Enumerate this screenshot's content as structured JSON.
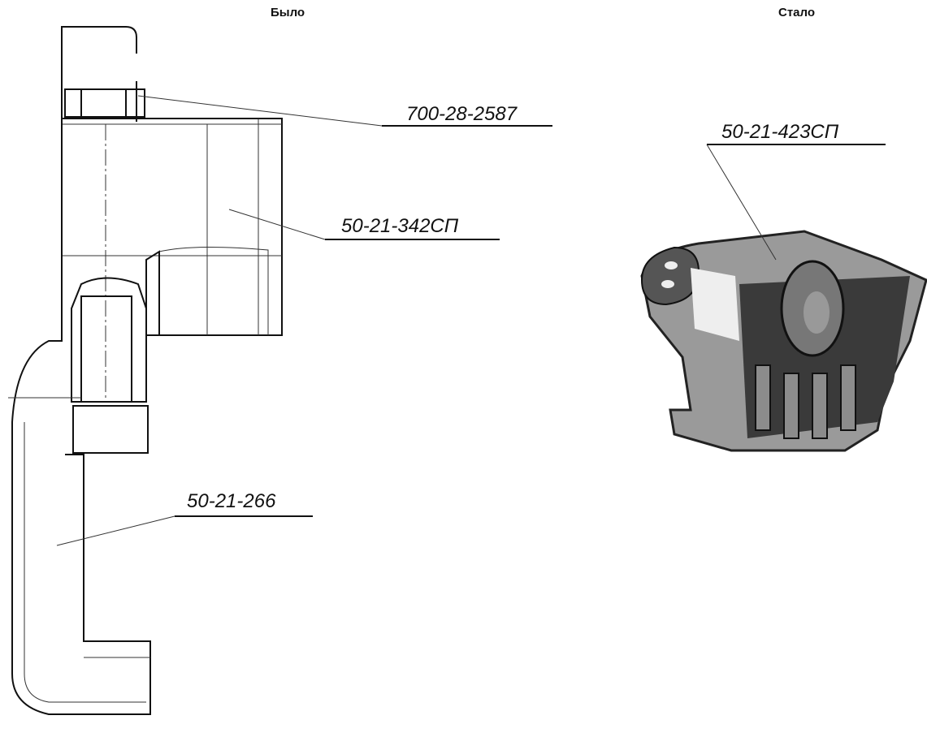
{
  "headers": {
    "before": "Было",
    "after": "Стало"
  },
  "labels": {
    "bracket": "700-28-2587",
    "body_old": "50-21-342СП",
    "hook": "50-21-266",
    "body_new": "50-21-423СП"
  },
  "colors": {
    "ink": "#111111",
    "cast_light": "#a8a8a8",
    "cast_dark": "#3a3a3a"
  }
}
